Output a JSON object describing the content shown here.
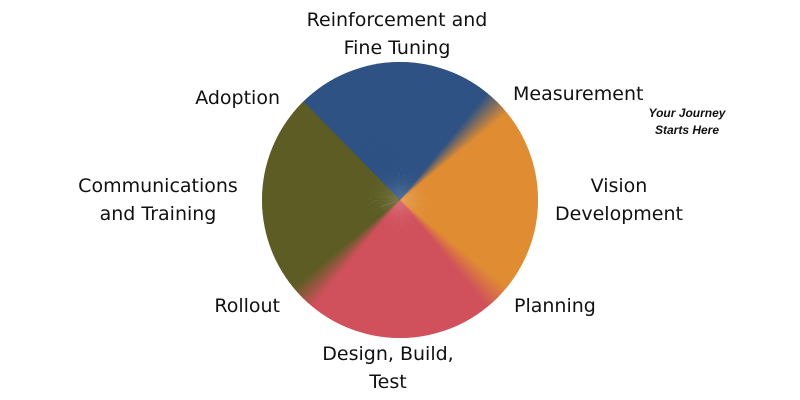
{
  "colors": {
    "blue": "#2e5283",
    "orange": "#e08c33",
    "red": "#d0505c",
    "olive": "#5c5c24"
  },
  "cycle": {
    "stages": [
      {
        "lines": [
          "Reinforcement and",
          "Fine Tuning"
        ]
      },
      {
        "lines": [
          "Measurement"
        ]
      },
      {
        "lines": [
          "Vision",
          "Development"
        ]
      },
      {
        "lines": [
          "Planning"
        ]
      },
      {
        "lines": [
          "Design, Build,",
          "Test"
        ]
      },
      {
        "lines": [
          "Rollout"
        ]
      },
      {
        "lines": [
          "Communications",
          "and Training"
        ]
      },
      {
        "lines": [
          "Adoption"
        ]
      }
    ],
    "callout": {
      "lines": [
        "Your Journey",
        "Starts Here"
      ]
    }
  }
}
